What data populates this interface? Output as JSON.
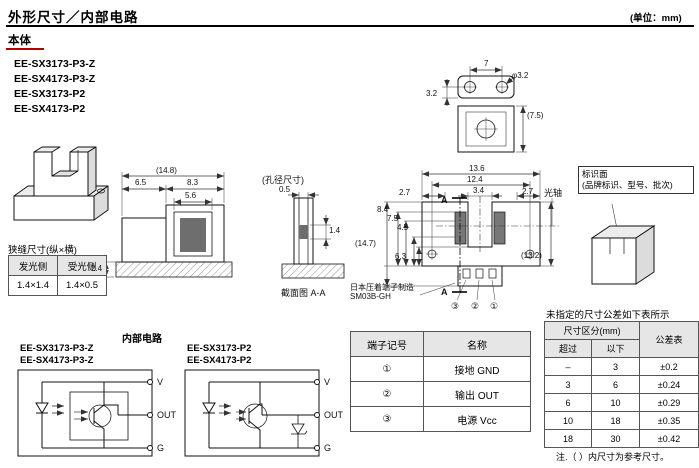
{
  "header": {
    "title": "外形尺寸／内部电路",
    "unit": "(单位：mm)"
  },
  "section_title": "本体",
  "models": [
    "EE-SX3173-P3-Z",
    "EE-SX4173-P3-Z",
    "EE-SX3173-P2",
    "EE-SX4173-P2"
  ],
  "slit_table": {
    "title": "狭缝尺寸(纵×横)",
    "headers": [
      "发光侧",
      "受光侧"
    ],
    "values": [
      "1.4×1.4",
      "1.4×0.5"
    ]
  },
  "labels": {
    "aperture_title": "(孔径尺寸)",
    "section_caption": "截面图 A-A",
    "optical_axis": "光轴",
    "connector_maker": "日本压着端子制造",
    "connector_model": "SM03B-GH",
    "internal_circuit": "内部电路"
  },
  "marking": {
    "title": "标识面",
    "desc": "(品牌标识、型号、批次)"
  },
  "dims": {
    "tv_w": "7",
    "tv_off": "3.2",
    "tv_dia": "φ3.2",
    "tv_depth": "(7.5)",
    "sv_overall": "(14.8)",
    "sv_left": "6.5",
    "sv_right": "8.3",
    "sv_inner": "5.6",
    "sv_foot": "2.4",
    "ap_w": "0.5",
    "ap_h": "1.4",
    "fv_w1": "13.6",
    "fv_w2": "12.4",
    "fv_slot": "3.4",
    "fv_l27": "2.7",
    "fv_r27": "2.7",
    "fv_h84": "8.4",
    "fv_h75": "7.5",
    "fv_h45": "4.5",
    "fv_hall": "(14.7)",
    "fv_h63": "6.3",
    "fv_bh": "(13.2)",
    "fv_a_top": "A",
    "fv_a_bot": "A"
  },
  "pin_callouts": [
    "③",
    "②",
    "①"
  ],
  "circuits": {
    "left": {
      "model1": "EE-SX3173-P3-Z",
      "model2": "EE-SX4173-P3-Z",
      "pin_v": "V",
      "pin_out": "OUT",
      "pin_g": "G"
    },
    "right": {
      "model1": "EE-SX3173-P2",
      "model2": "EE-SX4173-P2",
      "pin_v": "V",
      "pin_out": "OUT",
      "pin_g": "G"
    }
  },
  "terminal_table": {
    "headers": [
      "端子记号",
      "名称"
    ],
    "rows": [
      {
        "no": "①",
        "name": "接地 GND"
      },
      {
        "no": "②",
        "name": "输出 OUT"
      },
      {
        "no": "③",
        "name": "电源 Vcc"
      }
    ]
  },
  "tolerance": {
    "intro": "未指定的尺寸公差如下表所示",
    "table": {
      "group_header": "尺寸区分(mm)",
      "col_over": "超过",
      "col_under": "以下",
      "col_tol": "公差表",
      "rows": [
        {
          "over": "–",
          "under": "3",
          "tol": "±0.2"
        },
        {
          "over": "3",
          "under": "6",
          "tol": "±0.24"
        },
        {
          "over": "6",
          "under": "10",
          "tol": "±0.29"
        },
        {
          "over": "10",
          "under": "18",
          "tol": "±0.35"
        },
        {
          "over": "18",
          "under": "30",
          "tol": "±0.42"
        }
      ]
    }
  },
  "note": "注.（ ）内尺寸为参考尺寸。",
  "colors": {
    "accent_red": "#b40000",
    "table_header_bg": "#e6e6e6"
  }
}
